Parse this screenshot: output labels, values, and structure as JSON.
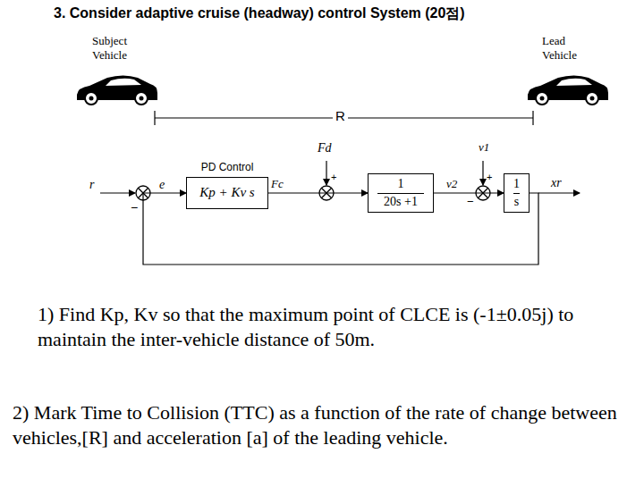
{
  "diagram": {
    "title": "3. Consider adaptive cruise (headway) control System (20점)",
    "nodes": [
      {
        "text": [
          "PD Control",
          "Kp + Kv s"
        ]
      },
      {
        "text": [
          "1",
          "20s +1"
        ]
      },
      {
        "text": [
          "1",
          "s"
        ]
      }
    ],
    "edges": [
      {
        "from": 0,
        "to": 1,
        "arrow": "to",
        "label": "Fc"
      },
      {
        "from": 1,
        "to": 2,
        "arrow": "to",
        "label": "v2"
      },
      {
        "from": 2,
        "to": 0,
        "arrow": "to"
      }
    ],
    "labels": [
      "Subject Vehicle",
      "Lead Vehicle",
      "R",
      "r",
      "e",
      "−",
      "Fd",
      "+",
      "v1",
      "+",
      "−",
      "xr",
      "1) Find Kp, Kv so that the maximum point of CLCE is (-1±0.05j) to maintain the inter-vehicle distance of 50m.",
      "2) Mark Time to Collision (TTC) as a function of the rate of change between vehicles,[R] and acceleration [a] of the leading vehicle."
    ]
  }
}
